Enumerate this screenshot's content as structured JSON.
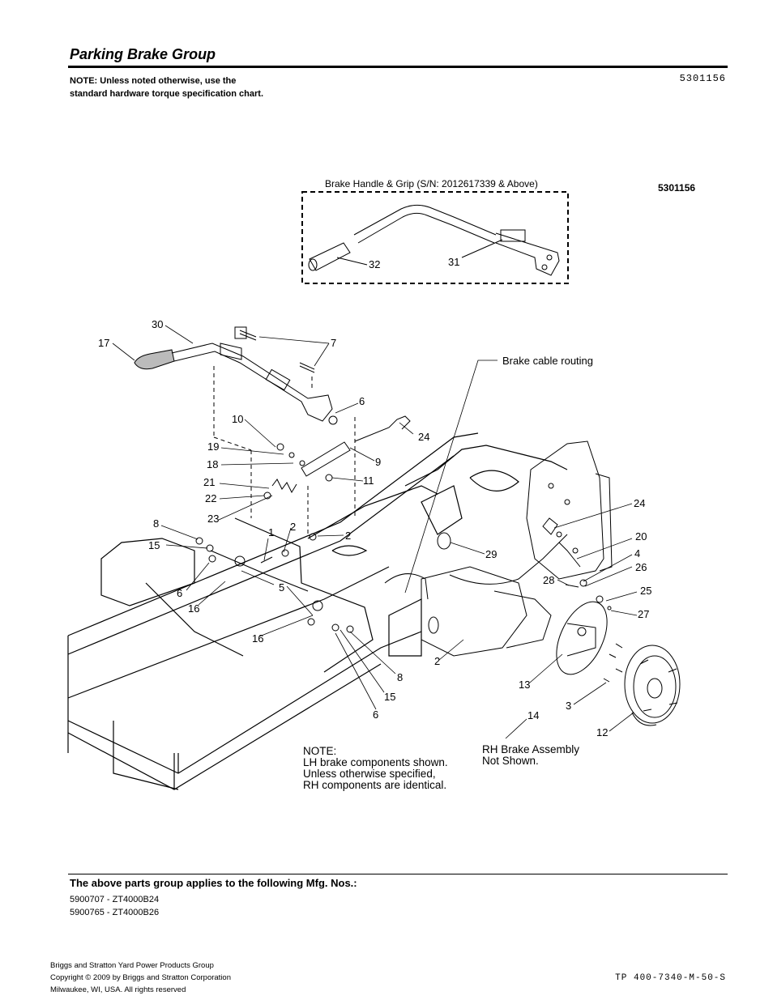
{
  "header": {
    "title": "Parking Brake Group",
    "note": "NOTE: Unless noted otherwise, use the standard hardware torque specification chart.",
    "doc_number": "5301156"
  },
  "diagram": {
    "id_label": "5301156",
    "inset_title": "Brake Handle & Grip (S/N: 2012617339 & Above)",
    "cable_routing_label": "Brake cable routing",
    "note_lines": [
      "NOTE:",
      "LH brake components shown.",
      "Unless otherwise specified,",
      "RH components are identical."
    ],
    "rh_lines": [
      "RH Brake Assembly",
      "Not Shown."
    ],
    "callouts": {
      "c30": "30",
      "c17": "17",
      "c7": "7",
      "c6a": "6",
      "c10": "10",
      "c24a": "24",
      "c19": "19",
      "c9": "9",
      "c18": "18",
      "c21": "21",
      "c11": "11",
      "c22": "22",
      "c23": "23",
      "c8a": "8",
      "c1": "1",
      "c2a": "2",
      "c2b": "2",
      "c15a": "15",
      "c29": "29",
      "c24b": "24",
      "c20": "20",
      "c4": "4",
      "c26": "26",
      "c28": "28",
      "c25": "25",
      "c6b": "6",
      "c5": "5",
      "c16a": "16",
      "c27": "27",
      "c16b": "16",
      "c2c": "2",
      "c8b": "8",
      "c13": "13",
      "c15b": "15",
      "c6c": "6",
      "c14": "14",
      "c3": "3",
      "c12": "12",
      "c32": "32",
      "c31": "31"
    }
  },
  "footer": {
    "applies_heading": "The above parts group applies to the following Mfg. Nos.:",
    "mfg_numbers": [
      "5900707 - ZT4000B24",
      "5900765 - ZT4000B26"
    ],
    "company_lines": [
      "Briggs and Stratton Yard Power Products Group",
      "Copyright ©  2009 by Briggs and Stratton Corporation",
      "Milwaukee, WI, USA. All rights reserved"
    ],
    "tp_number": "TP 400-7340-M-50-S"
  }
}
